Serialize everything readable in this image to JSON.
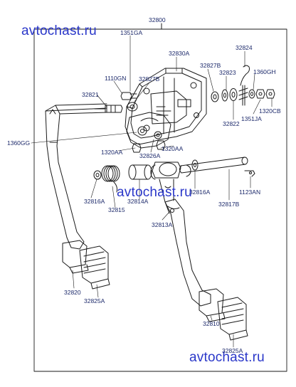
{
  "watermark": "avtochast.ru",
  "callouts": {
    "assembly": "32800",
    "nut_top": "1351GA",
    "plate": "32830A",
    "spring_top": "32824",
    "bushing_r1": "32827B",
    "washer_r": "32823",
    "nut_far": "1360GH",
    "bolt_left": "1110GN",
    "bushing_l": "32827B",
    "pin_left": "32821",
    "nut_right": "1320CB",
    "washer_r2": "32822",
    "bolt_r": "1351JA",
    "pivot_bolt": "1360GG",
    "nut_lower_l": "1320AA",
    "nut_lower_r": "1320AA",
    "shaft_nut": "32826A",
    "shaft": "32817B",
    "lock": "1123AN",
    "bushing_ll": "32816A",
    "spring": "32815",
    "bush_mid": "32814A",
    "bush_rr": "32816A",
    "pedal_bracket": "32813A",
    "clutch_pedal": "32820",
    "pad_left": "32825A",
    "brake_pedal": "32810",
    "pad_right": "32825A"
  },
  "colors": {
    "line": "#1a1a1a",
    "label": "#1d2a6b",
    "watermark": "#2a37c9"
  }
}
